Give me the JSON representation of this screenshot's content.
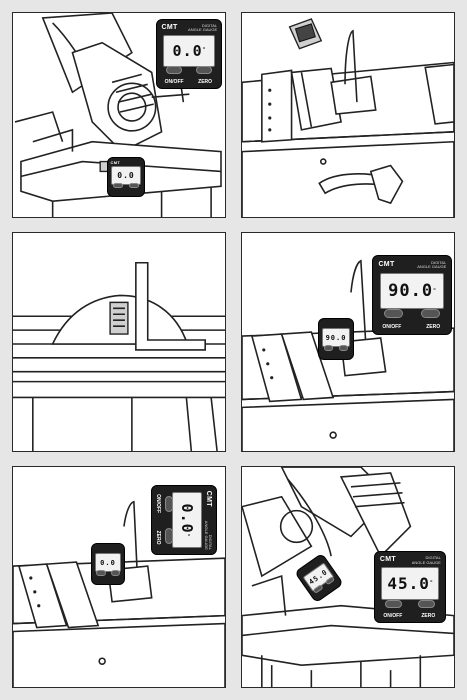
{
  "gauge": {
    "brand": "CMT",
    "model_line1": "DIGITAL",
    "model_line2": "ANGLE GAUGE",
    "button_left": "ON/OFF",
    "button_right": "ZERO"
  },
  "panels": [
    {
      "id": 1,
      "readings": [
        "0.0",
        "0.0"
      ]
    },
    {
      "id": 2,
      "readings": []
    },
    {
      "id": 3,
      "readings": []
    },
    {
      "id": 4,
      "readings": [
        "90.0"
      ]
    },
    {
      "id": 5,
      "readings": [
        "0.0"
      ]
    },
    {
      "id": 6,
      "readings": [
        "45.0"
      ]
    }
  ]
}
